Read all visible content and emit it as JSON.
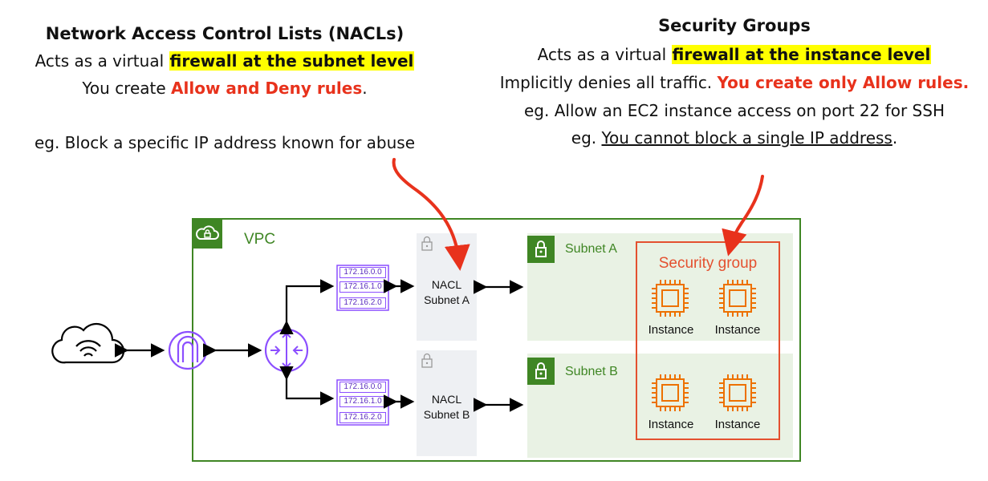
{
  "nacl_text": {
    "title": "Network Access Control Lists (NACLs)",
    "line1_pre": "Acts as a virtual ",
    "line1_highlight": "firewall at the subnet level",
    "line2_pre": "You create ",
    "line2_red": "Allow and Deny rules",
    "line2_post": ".",
    "example": "eg. Block a specific IP address known for abuse"
  },
  "sg_text": {
    "title": "Security Groups",
    "line1_pre": "Acts as a virtual ",
    "line1_highlight": "firewall at the instance level",
    "line2_pre": "Implicitly denies all traffic. ",
    "line2_red": "You create only Allow rules.",
    "line3": "eg. Allow an EC2 instance access on port 22 for SSH",
    "line4_pre": "eg. ",
    "line4_underline": "You cannot block a single IP address",
    "line4_post": "."
  },
  "diagram": {
    "vpc_label": "VPC",
    "nacl_a": {
      "line1": "NACL",
      "line2": "Subnet A"
    },
    "nacl_b": {
      "line1": "NACL",
      "line2": "Subnet B"
    },
    "subnet_a_label": "Subnet A",
    "subnet_b_label": "Subnet B",
    "security_group_label": "Security group",
    "instance_label": "Instance",
    "route_table_a": [
      "172.16.0.0",
      "172.16.1.0",
      "172.16.2.0"
    ],
    "route_table_b": [
      "172.16.0.0",
      "172.16.1.0",
      "172.16.2.0"
    ]
  },
  "colors": {
    "highlight": "#ffff00",
    "red_text": "#e8321c",
    "vpc_green": "#3f8624",
    "security_group": "#e4502f",
    "instance_orange": "#ed7100",
    "route_purple": "#8c4fff",
    "gateway_purple": "#8c4fff"
  },
  "icons": [
    "cloud-wifi-icon",
    "internet-gateway-icon",
    "router-icon",
    "lock-icon",
    "chip-icon",
    "red-arrow-icon"
  ]
}
